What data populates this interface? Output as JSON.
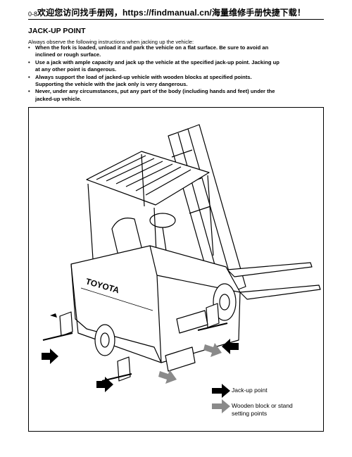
{
  "header": {
    "page_number": "0-8",
    "banner": "欢迎您访问找手册网，https://findmanual.cn/海量维修手册快捷下载！"
  },
  "section": {
    "title": "JACK-UP POINT",
    "intro": "Always observe the following instructions when jacking up the vehicle:",
    "bullets": [
      [
        "When the fork is loaded, unload it and park the vehicle on a flat surface. Be sure to avoid an",
        "inclined or rough surface."
      ],
      [
        "Use a jack with ample capacity and jack up the vehicle at the specified jack-up point. Jacking up",
        "at any other point is dangerous."
      ],
      [
        "Always support the load of jacked-up vehicle with wooden blocks at specified points.",
        "Supporting the vehicle with the jack only is very dangerous."
      ],
      [
        "Never, under any circumstances, put any part of the body (including hands and feet) under the",
        "jacked-up vehicle."
      ]
    ]
  },
  "figure": {
    "brand": "TOYOTA",
    "colors": {
      "jack_arrow": "#000000",
      "block_arrow": "#8a8a8a"
    },
    "legend": [
      {
        "icon": "black-arrow-icon",
        "lines": [
          "Jack-up point"
        ]
      },
      {
        "icon": "gray-arrow-icon",
        "lines": [
          "Wooden block or stand",
          "setting points"
        ]
      }
    ]
  }
}
